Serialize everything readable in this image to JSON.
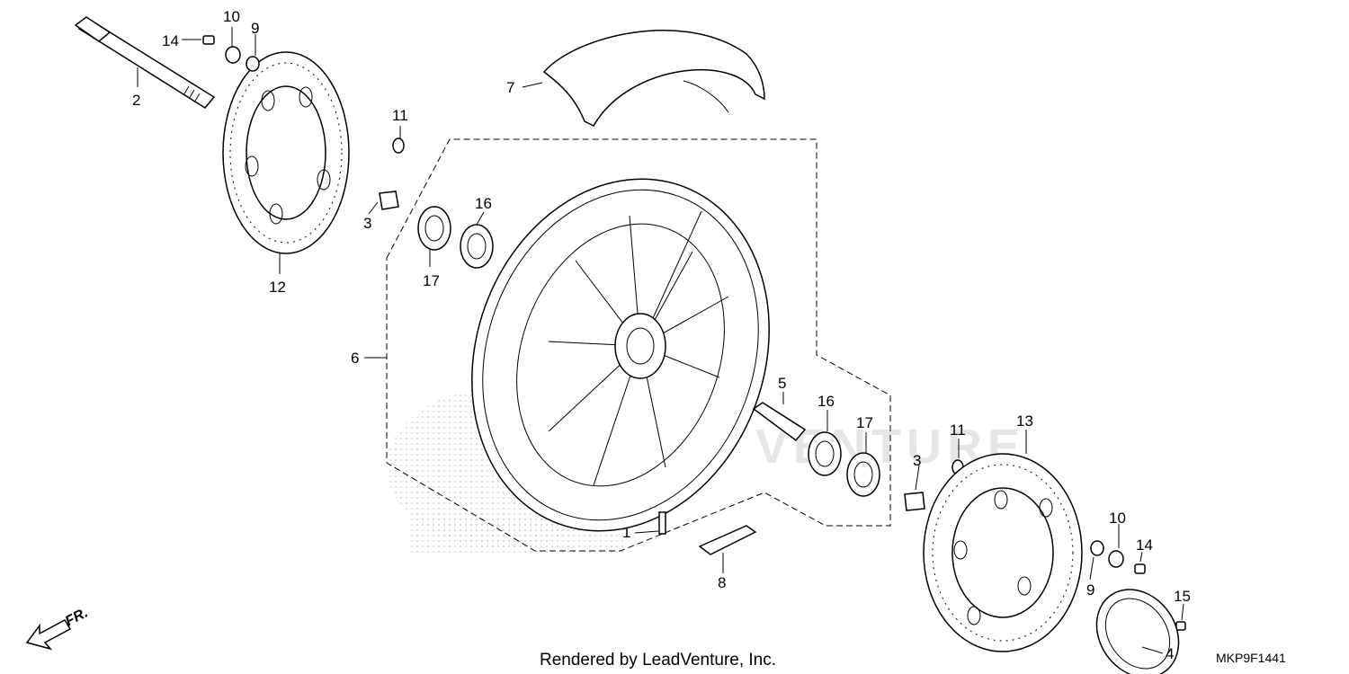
{
  "diagram": {
    "footer": "Rendered by LeadVenture, Inc.",
    "code": "MKP9F1441",
    "direction_label": "FR.",
    "callouts": {
      "c1": "1",
      "c2": "2",
      "c3a": "3",
      "c3b": "3",
      "c4": "4",
      "c5": "5",
      "c6": "6",
      "c7": "7",
      "c8": "8",
      "c9a": "9",
      "c9b": "9",
      "c10a": "10",
      "c10b": "10",
      "c11a": "11",
      "c11b": "11",
      "c12": "12",
      "c13": "13",
      "c14a": "14",
      "c14b": "14",
      "c15": "15",
      "c16a": "16",
      "c16b": "16",
      "c17a": "17",
      "c17b": "17"
    }
  }
}
